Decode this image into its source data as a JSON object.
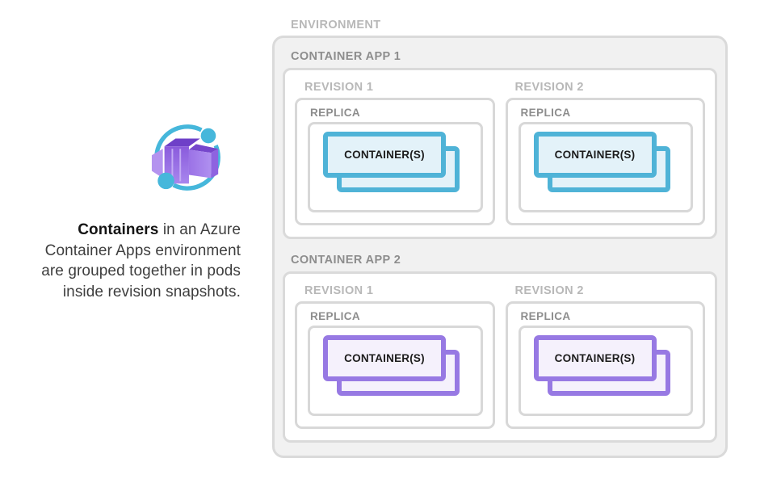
{
  "intro": {
    "icon": {
      "name": "azure-container-apps-icon",
      "blue": "#46b7db",
      "purple_dark": "#6e40c8",
      "purple_mid": "#9a70e4",
      "purple_light": "#b493ef"
    },
    "caption": {
      "line1_bold": "Containers",
      "line1_rest": " in an Azure",
      "line2": "Container Apps environment",
      "line3": "are grouped together in pods",
      "line4": "inside revision snapshots."
    }
  },
  "diagram": {
    "environment_label": "ENVIRONMENT",
    "apps": [
      {
        "label": "CONTAINER APP 1",
        "accent_color": "#4fb3d7",
        "container_fill": "#e3f2f9",
        "revisions": [
          {
            "label": "REVISION 1",
            "replica_label": "REPLICA",
            "container_label": "CONTAINER(S)"
          },
          {
            "label": "REVISION 2",
            "replica_label": "REPLICA",
            "container_label": "CONTAINER(S)"
          }
        ]
      },
      {
        "label": "CONTAINER APP 2",
        "accent_color": "#9779e3",
        "container_fill": "#f5f1fc",
        "revisions": [
          {
            "label": "REVISION 1",
            "replica_label": "REPLICA",
            "container_label": "CONTAINER(S)"
          },
          {
            "label": "REVISION 2",
            "replica_label": "REPLICA",
            "container_label": "CONTAINER(S)"
          }
        ]
      }
    ]
  },
  "gray_palette": {
    "environment_fill": "#f1f1f1",
    "box_border": "#dadada",
    "faint_label": "#b8b8b8",
    "strong_label": "#8d8d8d"
  }
}
